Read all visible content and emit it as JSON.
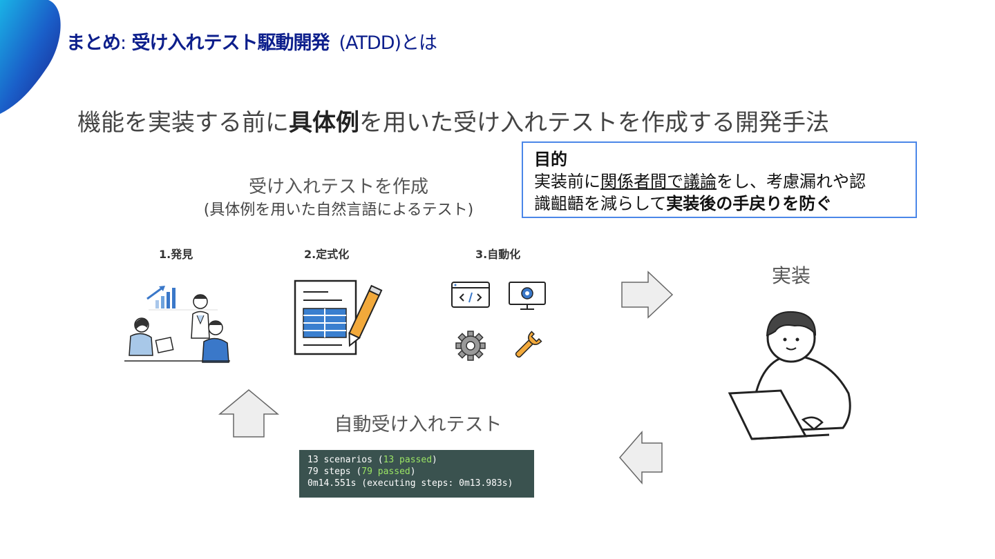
{
  "header": {
    "title_main": "まとめ",
    "title_sep": ":",
    "title_topic": "受け入れテスト駆動開発",
    "title_abbr": "(ATDD)とは"
  },
  "subtitle": {
    "before": "機能を実装する前に",
    "emphasis": "具体例",
    "after": "を用いた受け入れテストを作成する開発手法"
  },
  "purpose_box": {
    "heading": "目的",
    "line1_a": "実装前に",
    "line1_u": "関係者間で議論",
    "line1_b": "をし、考慮漏れや認",
    "line2_a": "識齟齬を減らして",
    "line2_b": "実装後の手戻りを防ぐ"
  },
  "create": {
    "title": "受け入れテストを作成",
    "subtitle": "(具体例を用いた自然言語によるテスト)"
  },
  "steps": [
    {
      "label": "1.発見"
    },
    {
      "label": "2.定式化"
    },
    {
      "label": "3.自動化"
    }
  ],
  "implementation_label": "実装",
  "auto_test_label": "自動受け入れテスト",
  "terminal": {
    "l1_a": "13 scenarios (",
    "l1_g": "13 passed",
    "l1_b": ")",
    "l2_a": "79 steps (",
    "l2_g": "79 passed",
    "l2_b": ")",
    "l3": "0m14.551s (executing steps: 0m13.983s)"
  },
  "colors": {
    "title": "#0d1f8c",
    "accent_blue": "#4a86e8",
    "terminal_bg": "#3a524f",
    "terminal_pass": "#9be564"
  },
  "icons": [
    "corner-blob",
    "team-meeting-illustration",
    "document-pencil-icon",
    "code-window-icon",
    "monitor-gear-icon",
    "gear-icon",
    "wrench-icon",
    "right-arrow",
    "left-arrow",
    "up-arrow",
    "person-laptop-illustration"
  ]
}
